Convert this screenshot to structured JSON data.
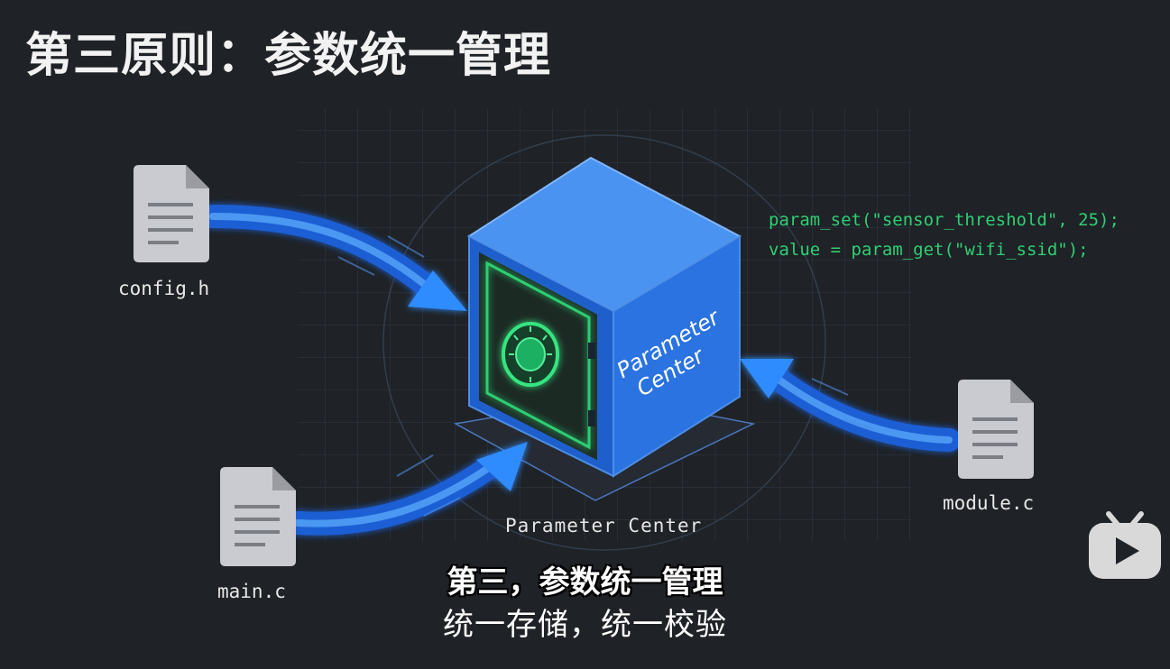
{
  "title": "第三原则：参数统一管理",
  "code": {
    "line1": "param_set(\"sensor_threshold\", 25);",
    "line2": "value = param_get(\"wifi_ssid\");"
  },
  "files": {
    "config": "config.h",
    "main": "main.c",
    "module": "module.c"
  },
  "cube": {
    "face_label_line1": "Parameter",
    "face_label_line2": "Center",
    "caption": "Parameter Center"
  },
  "subtitles": {
    "line1": "第三，参数统一管理",
    "line2": "统一存储，统一校验"
  },
  "colors": {
    "background": "#1f2226",
    "cube_blue": "#2a73e0",
    "arrow_blue": "#2e8bff",
    "code_green": "#2fcf74",
    "file_gray": "#c9cbd0"
  },
  "icons": {
    "file": "document-icon",
    "safe": "safe-dial-icon",
    "watermark": "bilibili-tv-icon"
  }
}
